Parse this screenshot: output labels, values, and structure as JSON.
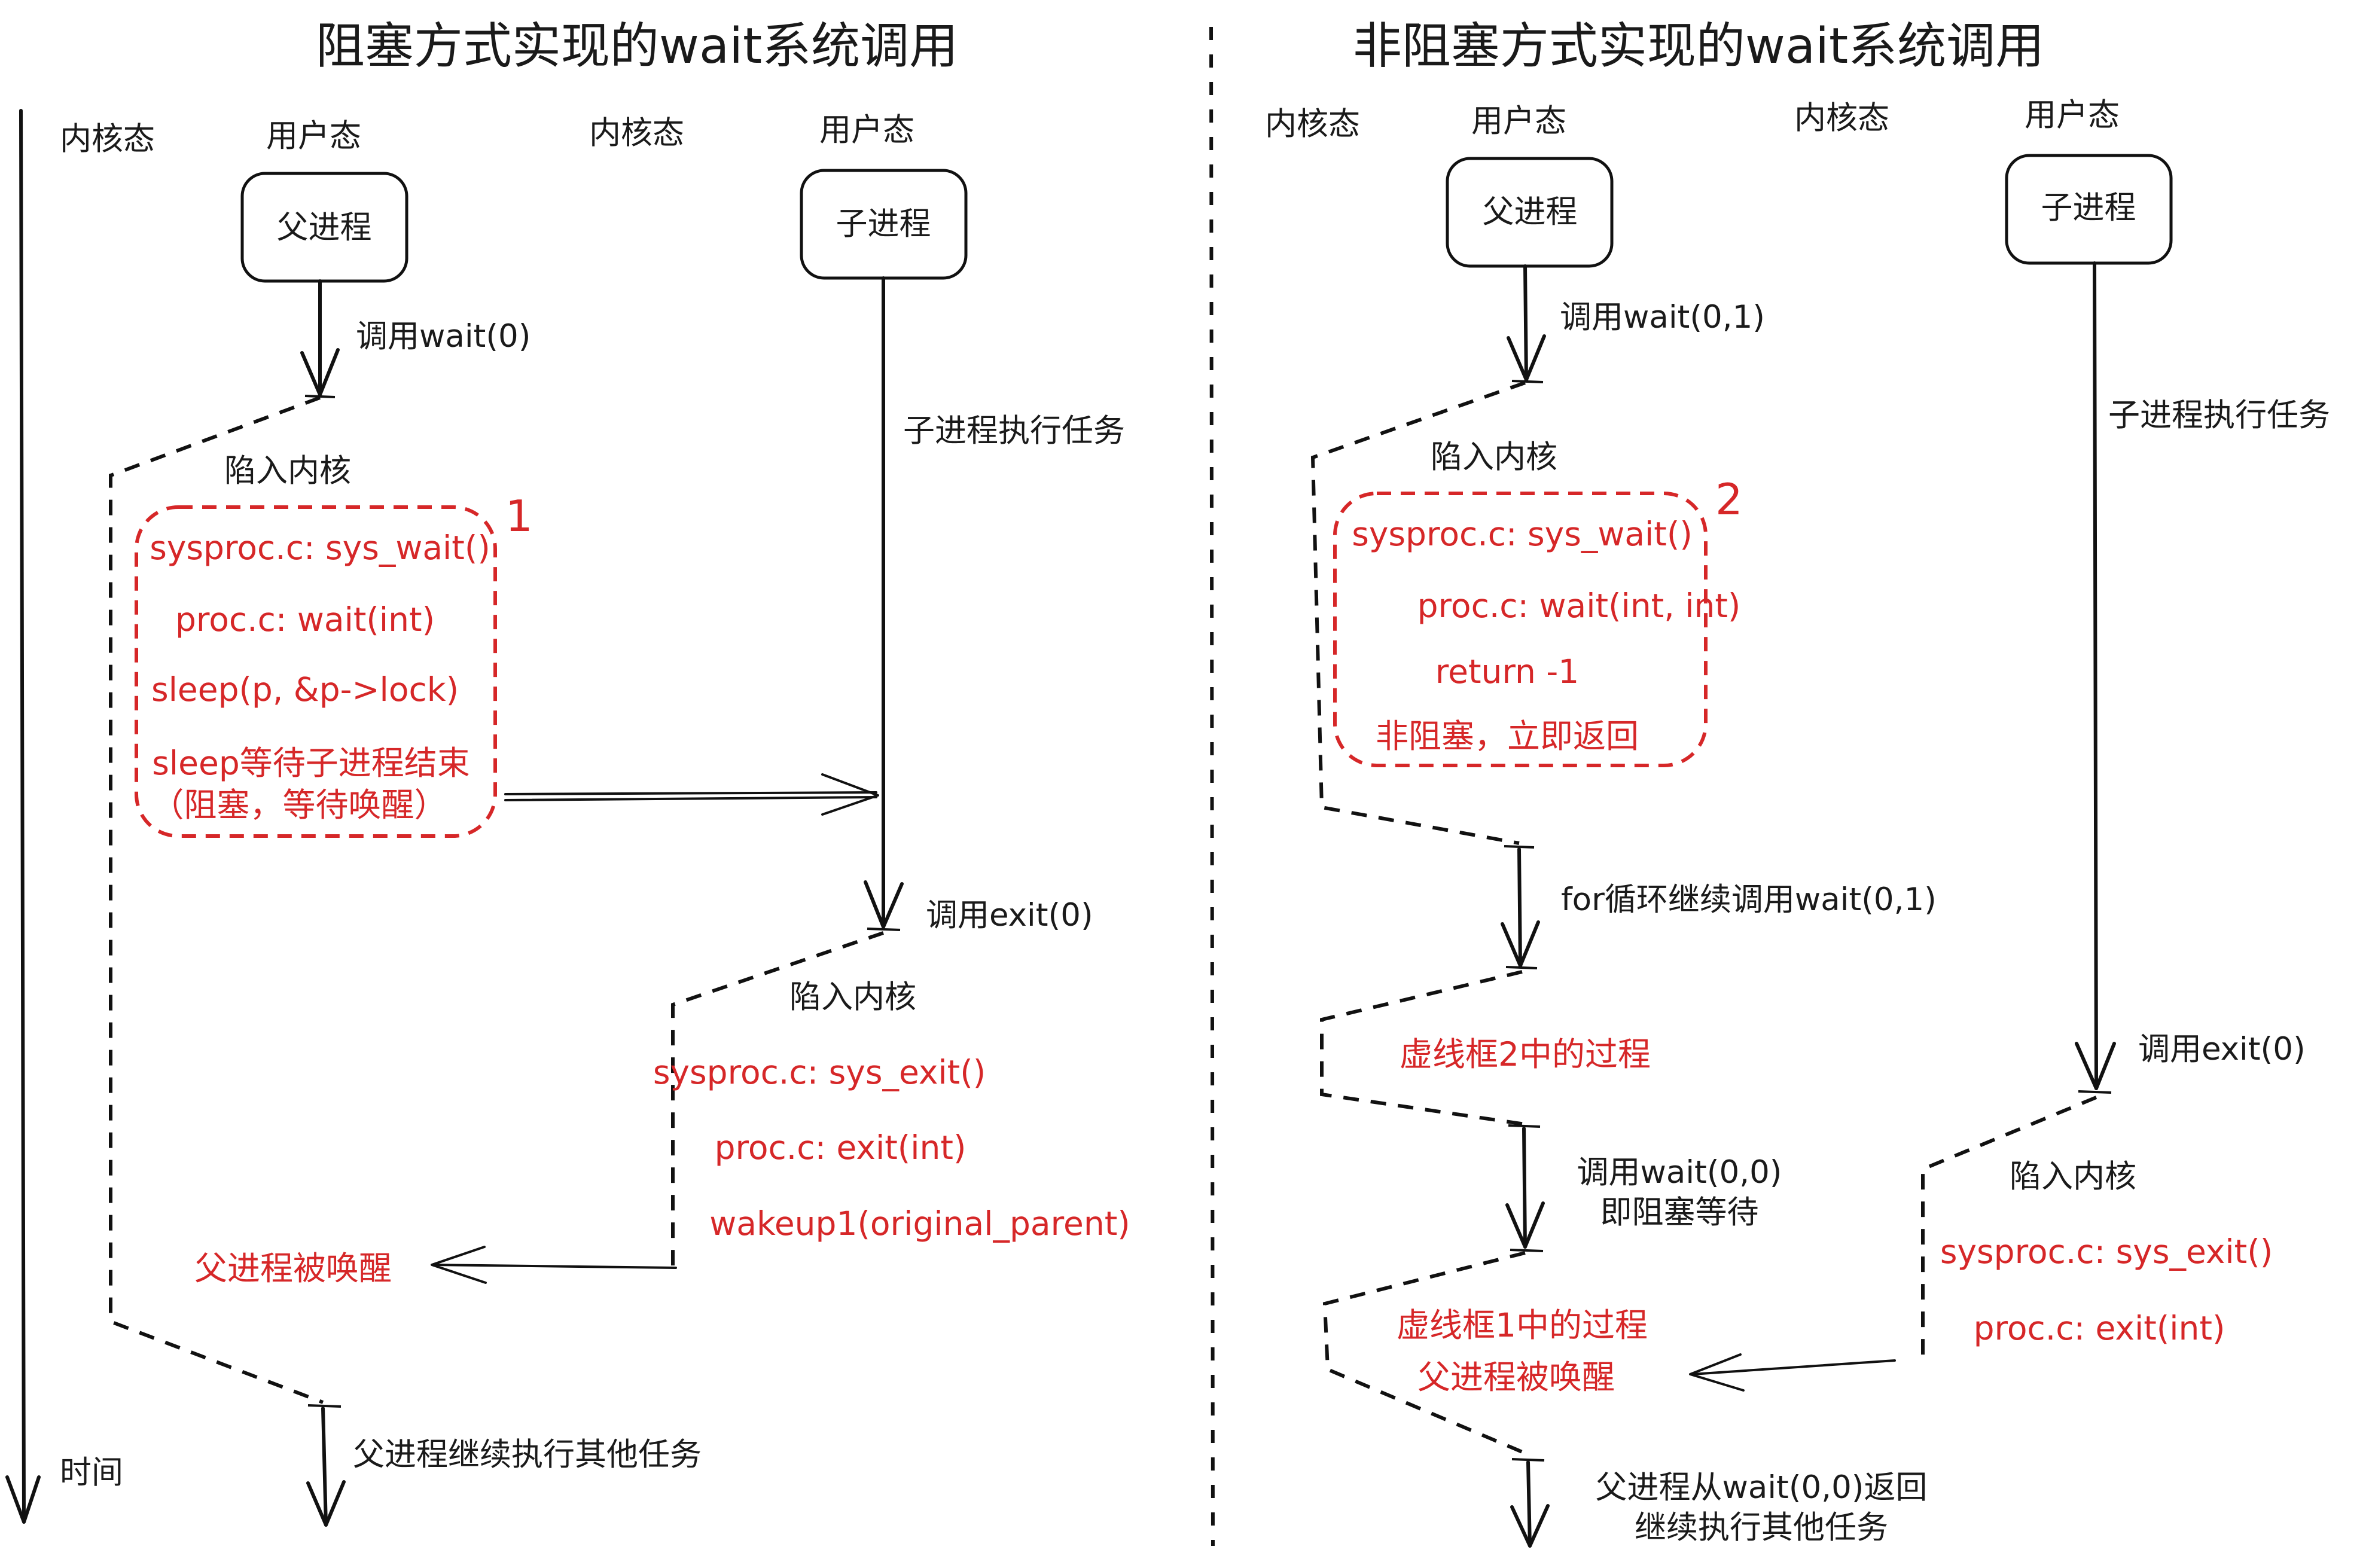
{
  "left": {
    "title": "阻塞方式实现的wait系统调用",
    "time_label": "时间",
    "header_kernel_1": "内核态",
    "header_user_1": "用户态",
    "header_kernel_2": "内核态",
    "header_user_2": "用户态",
    "parent_box": "父进程",
    "child_box": "子进程",
    "call_wait": "调用wait(0)",
    "trap_1": "陷入内核",
    "box_number": "1",
    "box_lines": [
      "sysproc.c: sys_wait()",
      "proc.c: wait(int)",
      "sleep(p, &p->lock)",
      "sleep等待子进程结束",
      "（阻塞，等待唤醒）"
    ],
    "child_task": "子进程执行任务",
    "call_exit": "调用exit(0)",
    "trap_2": "陷入内核",
    "exit_lines": [
      "sysproc.c: sys_exit()",
      "proc.c: exit(int)",
      "wakeup1(original_parent)"
    ],
    "parent_woken": "父进程被唤醒",
    "parent_continue": "父进程继续执行其他任务"
  },
  "right": {
    "title": "非阻塞方式实现的wait系统调用",
    "header_kernel_1": "内核态",
    "header_user_1": "用户态",
    "header_kernel_2": "内核态",
    "header_user_2": "用户态",
    "parent_box": "父进程",
    "child_box": "子进程",
    "call_wait": "调用wait(0,1)",
    "trap_1": "陷入内核",
    "box_number": "2",
    "box_lines": [
      "sysproc.c: sys_wait()",
      "proc.c: wait(int, int)",
      "return -1",
      "非阻塞，立即返回"
    ],
    "for_loop": "for循环继续调用wait(0,1)",
    "dashed_box2_process": "虚线框2中的过程",
    "call_wait_block_1": "调用wait(0,0)",
    "call_wait_block_2": "即阻塞等待",
    "dashed_box1_process": "虚线框1中的过程",
    "parent_woken": "父进程被唤醒",
    "child_task": "子进程执行任务",
    "call_exit": "调用exit(0)",
    "trap_2": "陷入内核",
    "exit_lines": [
      "sysproc.c: sys_exit()",
      "proc.c: exit(int)"
    ],
    "parent_return_1": "父进程从wait(0,0)返回",
    "parent_return_2": "继续执行其他任务"
  },
  "colors": {
    "ink": "#111111",
    "annotation": "#d62728",
    "background": "#ffffff"
  }
}
